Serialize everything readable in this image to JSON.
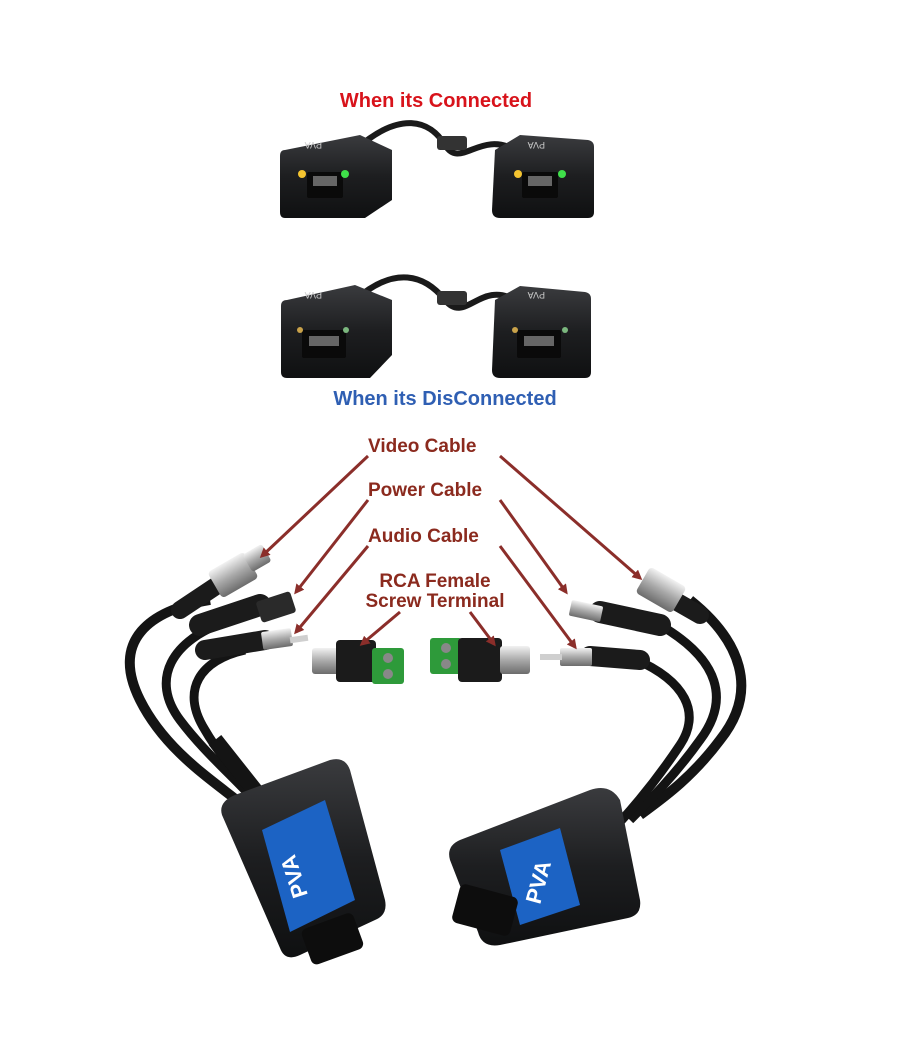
{
  "captions": {
    "connected": "When its Connected",
    "disconnected": "When its DisConnected"
  },
  "labels": {
    "video": "Video Cable",
    "power": "Power Cable",
    "audio": "Audio Cable",
    "rca_line1": "RCA Female",
    "rca_line2": "Screw Terminal"
  },
  "device": {
    "top_marking": "PVA",
    "badge": "PVA"
  },
  "colors": {
    "connected_caption": "#d8131b",
    "disconnected_caption": "#2f5fb3",
    "label_text": "#8b2a1e",
    "arrow": "#8b2e2a",
    "device_body": "#1b1c1e",
    "badge_blue": "#1c63c4",
    "led_yellow": "#f4c430",
    "led_green": "#3fe04a",
    "terminal_green": "#2e9a3a"
  }
}
